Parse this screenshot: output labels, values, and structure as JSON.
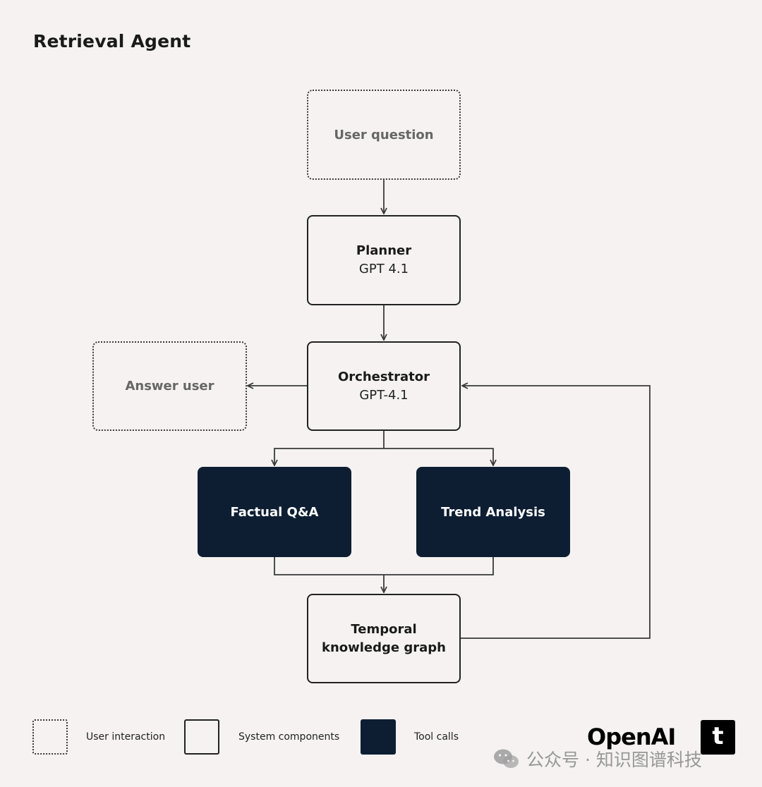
{
  "title": "Retrieval Agent",
  "nodes": {
    "user_question": "User question",
    "planner": {
      "name": "Planner",
      "model": "GPT 4.1"
    },
    "orchestrator": {
      "name": "Orchestrator",
      "model": "GPT-4.1"
    },
    "answer_user": "Answer user",
    "factual_qa": "Factual Q&A",
    "trend_analysis": "Trend Analysis",
    "tkg": "Temporal knowledge graph"
  },
  "legend": {
    "user_interaction": "User interaction",
    "system_components": "System components",
    "tool_calls": "Tool calls"
  },
  "brand": {
    "name": "OpenAI",
    "badge": "t"
  },
  "watermark": "公众号 · 知识图谱科技",
  "colors": {
    "background": "#f5f2f1",
    "tool_fill": "#0d1e33",
    "edge": "#3a3a3a"
  }
}
